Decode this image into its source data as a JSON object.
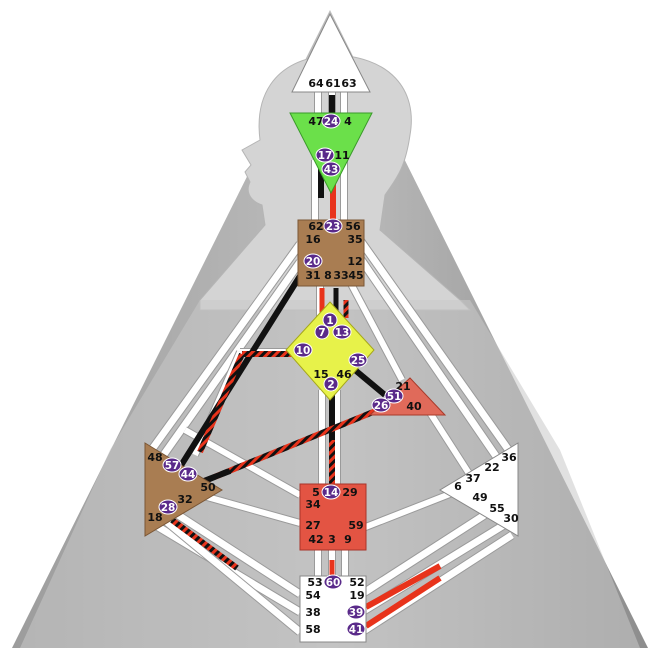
{
  "colors": {
    "background_triangle": "#8f8f8f",
    "silhouette": "#cfcfcf",
    "channel_white": "#ffffff",
    "channel_outline": "#9a9a9a",
    "design_red": "#e8331b",
    "personality_black": "#111111",
    "activated_gate": "#5a2a8a",
    "head": "#ffffff",
    "ajna": "#6be04a",
    "throat": "#a97d52",
    "g_center": "#e7f24a",
    "ego": "#e06a5a",
    "spleen": "#a97d52",
    "solar_plexus": "#ffffff",
    "sacral": "#e35443",
    "root": "#ffffff"
  },
  "centers": {
    "head": {
      "gates": [
        "64",
        "61",
        "63"
      ],
      "defined": false
    },
    "ajna": {
      "gates": [
        "47",
        "24",
        "4",
        "17",
        "11",
        "43"
      ],
      "defined": true
    },
    "throat": {
      "gates": [
        "62",
        "23",
        "56",
        "16",
        "35",
        "20",
        "12",
        "31",
        "8",
        "33",
        "45"
      ],
      "defined": true
    },
    "g_center": {
      "gates": [
        "1",
        "7",
        "13",
        "10",
        "25",
        "15",
        "46",
        "2"
      ],
      "defined": true
    },
    "ego": {
      "gates": [
        "21",
        "51",
        "26",
        "40"
      ],
      "defined": true
    },
    "spleen": {
      "gates": [
        "48",
        "57",
        "44",
        "50",
        "32",
        "28",
        "18"
      ],
      "defined": true
    },
    "solar_plexus": {
      "gates": [
        "36",
        "22",
        "37",
        "6",
        "49",
        "55",
        "30"
      ],
      "defined": false
    },
    "sacral": {
      "gates": [
        "5",
        "14",
        "29",
        "34",
        "27",
        "59",
        "42",
        "3",
        "9"
      ],
      "defined": true
    },
    "root": {
      "gates": [
        "53",
        "60",
        "52",
        "54",
        "19",
        "38",
        "39",
        "58",
        "41"
      ],
      "defined": false
    }
  },
  "activated_gates": [
    "24",
    "17",
    "43",
    "23",
    "20",
    "1",
    "7",
    "13",
    "10",
    "25",
    "2",
    "51",
    "26",
    "57",
    "44",
    "28",
    "14",
    "60",
    "39",
    "41"
  ]
}
